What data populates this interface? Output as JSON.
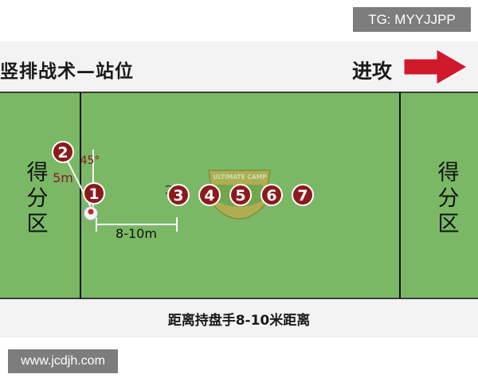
{
  "watermark_top": "TG: MYYJJPP",
  "title": "竖排战术—站位",
  "attack_label": "进攻",
  "endzone_left": [
    "得",
    "分",
    "区"
  ],
  "endzone_right": [
    "得",
    "分",
    "区"
  ],
  "angle_label": "45°",
  "distance_label_5m": "5m",
  "distance_label_stack": "8-10m",
  "camp_logo_text": "ULTIMATE CAMP",
  "players": [
    {
      "number": "1"
    },
    {
      "number": "2"
    },
    {
      "number": "3"
    },
    {
      "number": "4"
    },
    {
      "number": "5"
    },
    {
      "number": "6"
    },
    {
      "number": "7"
    }
  ],
  "footer_text": "距离持盘手8-10米距离",
  "watermark_bottom": "www.jcdjh.com",
  "colors": {
    "field": "#7ab866",
    "player": "#8b1a1e",
    "arrow": "#d0192a",
    "line": "#111111",
    "annotation": "#8b1a1e"
  }
}
